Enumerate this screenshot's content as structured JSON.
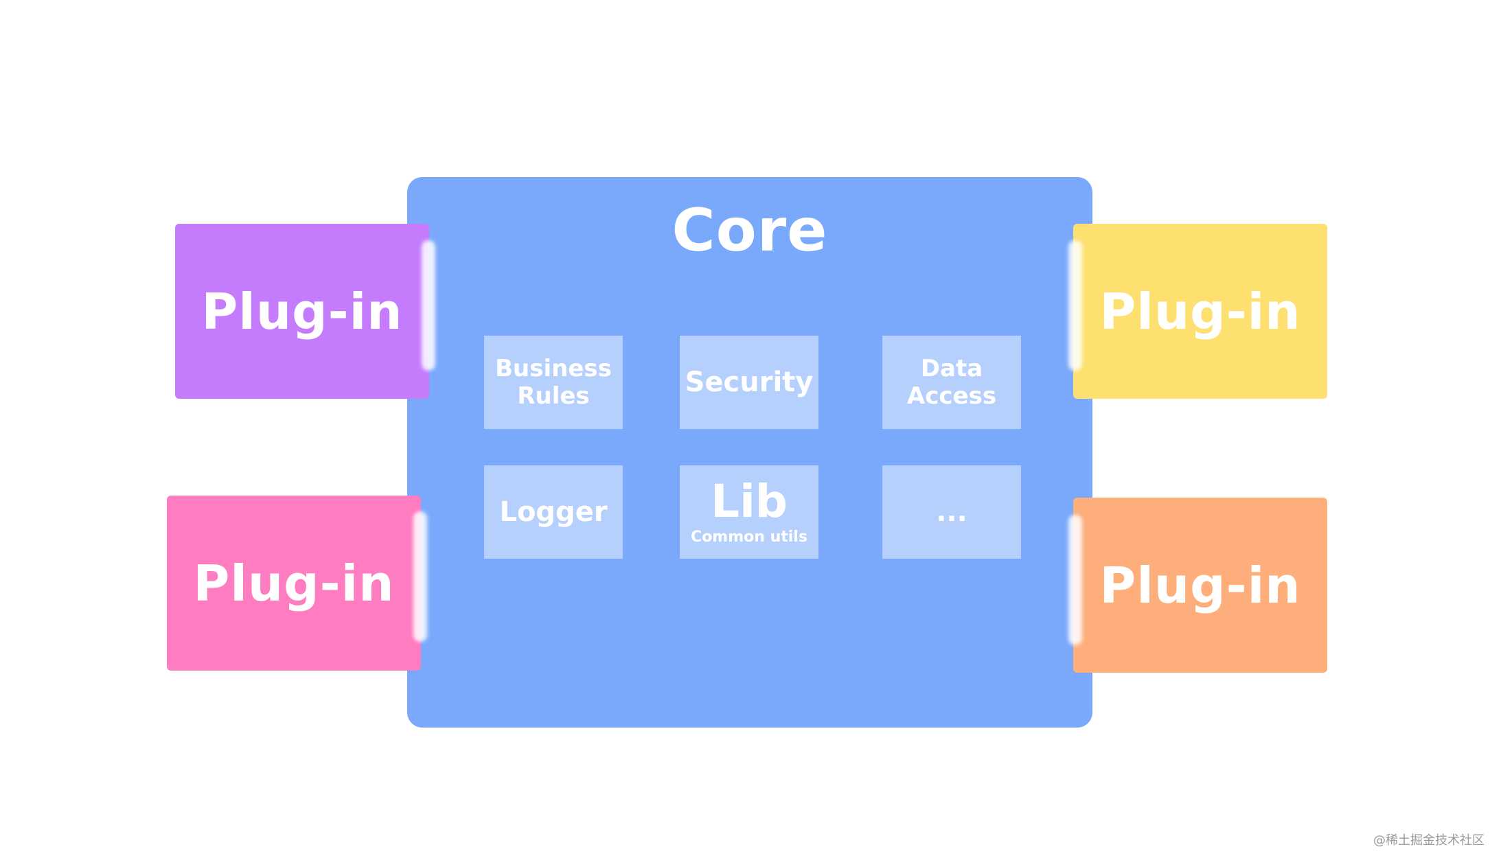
{
  "core": {
    "title": "Core",
    "color": "#7aa9fb",
    "modules": [
      {
        "label": "Business\nRules"
      },
      {
        "label": "Security"
      },
      {
        "label": "Data\nAccess"
      },
      {
        "label": "Logger"
      },
      {
        "label": "Lib",
        "sublabel": "Common utils"
      },
      {
        "label": "..."
      }
    ]
  },
  "plugins": [
    {
      "label": "Plug-in",
      "color": "#c47bfc"
    },
    {
      "label": "Plug-in",
      "color": "#fe7cc0"
    },
    {
      "label": "Plug-in",
      "color": "#fde070"
    },
    {
      "label": "Plug-in",
      "color": "#fdae7b"
    }
  ],
  "watermark": "@稀土掘金技术社区"
}
